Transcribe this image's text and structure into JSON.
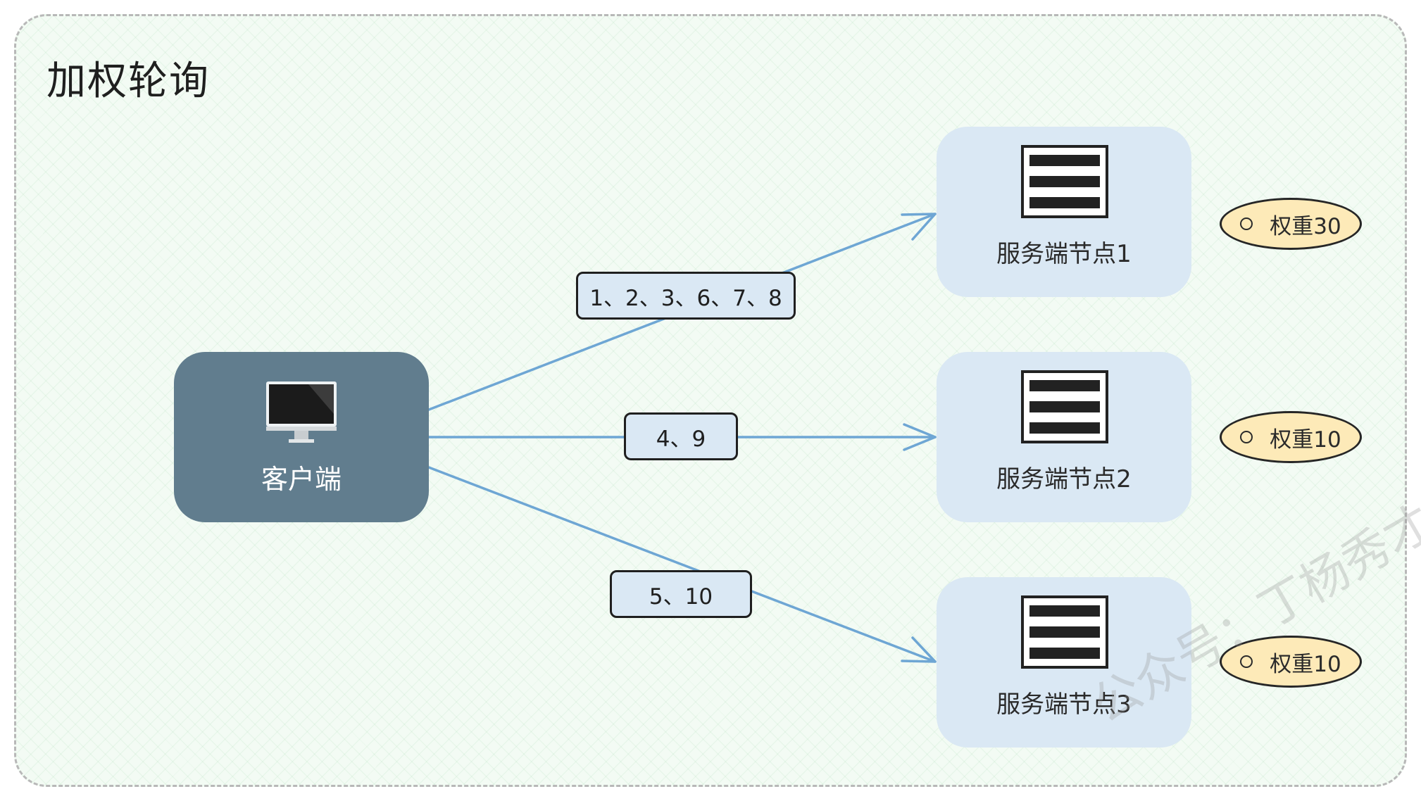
{
  "title": "加权轮询",
  "client": {
    "label": "客户端",
    "icon": "monitor-icon"
  },
  "servers": [
    {
      "label": "服务端节点1",
      "weight": "权重30",
      "icon": "server-rack-icon"
    },
    {
      "label": "服务端节点2",
      "weight": "权重10",
      "icon": "server-rack-icon"
    },
    {
      "label": "服务端节点3",
      "weight": "权重10",
      "icon": "server-rack-icon"
    }
  ],
  "edges": [
    {
      "from": "客户端",
      "to": "服务端节点1",
      "label": "1、2、3、6、7、8"
    },
    {
      "from": "客户端",
      "to": "服务端节点2",
      "label": "4、9"
    },
    {
      "from": "客户端",
      "to": "服务端节点3",
      "label": "5、10"
    }
  ],
  "watermark": "公众号：丁杨秀才",
  "colors": {
    "client_fill": "#617d8e",
    "server_fill": "#dae8f4",
    "weight_fill": "#fdeab8",
    "arrow": "#6ea6d4",
    "background": "#f3fbf4"
  }
}
